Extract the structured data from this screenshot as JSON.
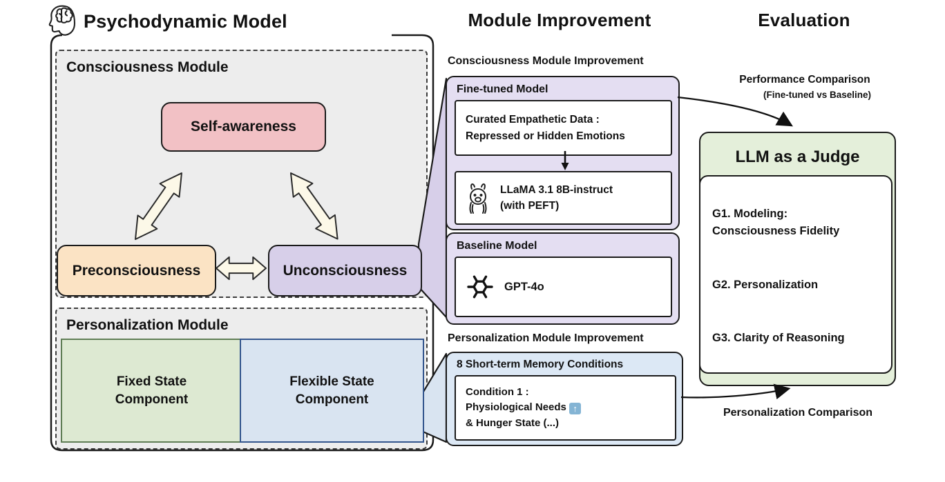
{
  "figure": {
    "left": {
      "title": "Psychodynamic Model",
      "consciousness_module": {
        "label": "Consciousness Module",
        "self_awareness": "Self-awareness",
        "preconsciousness": "Preconsciousness",
        "unconsciousness": "Unconsciousness"
      },
      "personalization_module": {
        "label": "Personalization Module",
        "fixed_state_line1": "Fixed State",
        "fixed_state_line2": "Component",
        "flexible_state_line1": "Flexible State",
        "flexible_state_line2": "Component"
      }
    },
    "middle": {
      "title": "Module Improvement",
      "consciousness_improvement": {
        "heading": "Consciousness Module Improvement",
        "fine_tuned": {
          "label": "Fine-tuned Model",
          "data_line1": "Curated Empathetic Data :",
          "data_line2": "Repressed or Hidden Emotions",
          "model_line1": "LLaMA 3.1 8B-instruct",
          "model_line2": "(with PEFT)"
        },
        "baseline": {
          "label": "Baseline Model",
          "model": "GPT-4o"
        }
      },
      "personalization_improvement": {
        "heading": "Personalization Module Improvement",
        "memory": {
          "label": "8 Short-term Memory Conditions",
          "condition_line1": "Condition 1 :",
          "condition_line2": "Physiological Needs",
          "up_arrow_glyph": "↑",
          "condition_line3": "& Hunger State (...)"
        }
      }
    },
    "right": {
      "title": "Evaluation",
      "performance_comparison_line1": "Performance Comparison",
      "performance_comparison_line2": "(Fine-tuned vs Baseline)",
      "judge": {
        "title": "LLM as a Judge",
        "g1_line1": "G1. Modeling:",
        "g1_line2": "Consciousness Fidelity",
        "g2": "G2. Personalization",
        "g3": "G3. Clarity of Reasoning"
      },
      "personalization_comparison": "Personalization Comparison"
    },
    "colors": {
      "self_awareness_fill": "#F2C1C5",
      "preconsciousness_fill": "#FBE3C4",
      "unconsciousness_fill": "#D7CFE9",
      "fixed_state_fill": "#DDE9D2",
      "flexible_state_fill": "#D9E4F1",
      "purple_group_fill": "#E4DEF2",
      "blue_group_fill": "#DCE8F5",
      "judge_green_fill": "#E4EFDA",
      "module_bg_fill": "#EDEDED",
      "arrow_cream_fill": "#FCF8E8"
    }
  }
}
